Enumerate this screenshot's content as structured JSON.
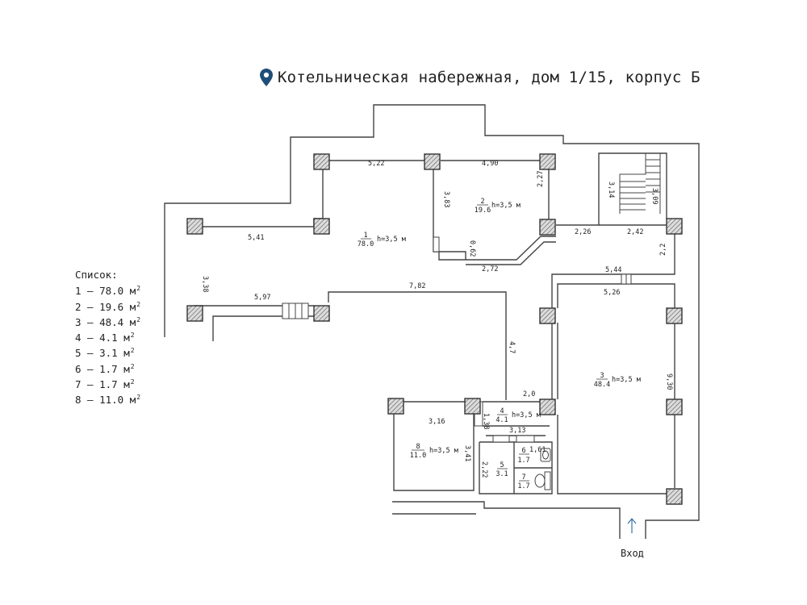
{
  "header": {
    "title": "Котельническая набережная, дом 1/15, корпус Б",
    "pin_color": "#1f4e79"
  },
  "legend": {
    "heading": "Список:",
    "unit": "м",
    "items": [
      {
        "num": "1",
        "value": "78.0"
      },
      {
        "num": "2",
        "value": "19.6"
      },
      {
        "num": "3",
        "value": "48.4"
      },
      {
        "num": "4",
        "value": "4.1"
      },
      {
        "num": "5",
        "value": "3.1"
      },
      {
        "num": "6",
        "value": "1.7"
      },
      {
        "num": "7",
        "value": "1.7"
      },
      {
        "num": "8",
        "value": "11.0"
      }
    ]
  },
  "rooms": {
    "r1": {
      "num": "1",
      "area": "78.0",
      "height": "h=3,5 м"
    },
    "r2": {
      "num": "2",
      "area": "19.6",
      "height": "h=3,5 м"
    },
    "r3": {
      "num": "3",
      "area": "48.4",
      "height": "h=3,5 м"
    },
    "r4": {
      "num": "4",
      "area": "4.1",
      "height": "h=3,5 м"
    },
    "r5": {
      "num": "5",
      "area": "3.1"
    },
    "r6": {
      "num": "6",
      "area": "1.7"
    },
    "r7": {
      "num": "7",
      "area": "1.7"
    },
    "r8": {
      "num": "8",
      "area": "11.0",
      "height": "h=3,5 м"
    }
  },
  "dims": {
    "d522": "5,22",
    "d490": "4,90",
    "d541": "5,41",
    "d338": "3,38",
    "d383": "3,83",
    "d227": "2,27",
    "d062": "0,62",
    "d272": "2,72",
    "d597": "5,97",
    "d782": "7,82",
    "d314": "3,14",
    "d309": "3,09",
    "d226": "2,26",
    "d242": "2,42",
    "d22": "2,2",
    "d544": "5,44",
    "d526": "5,26",
    "d47": "4,7",
    "d930": "9,30",
    "d20": "2,0",
    "d316": "3,16",
    "d138": "1,38",
    "d313": "3,13",
    "d341": "3,41",
    "d222": "2,22",
    "d161": "1,61"
  },
  "entrance": {
    "label": "Вход",
    "color": "#3a6ea5"
  },
  "colors": {
    "wall": "#444444",
    "column_fill": "#d9d9d9",
    "column_stroke": "#333333"
  }
}
